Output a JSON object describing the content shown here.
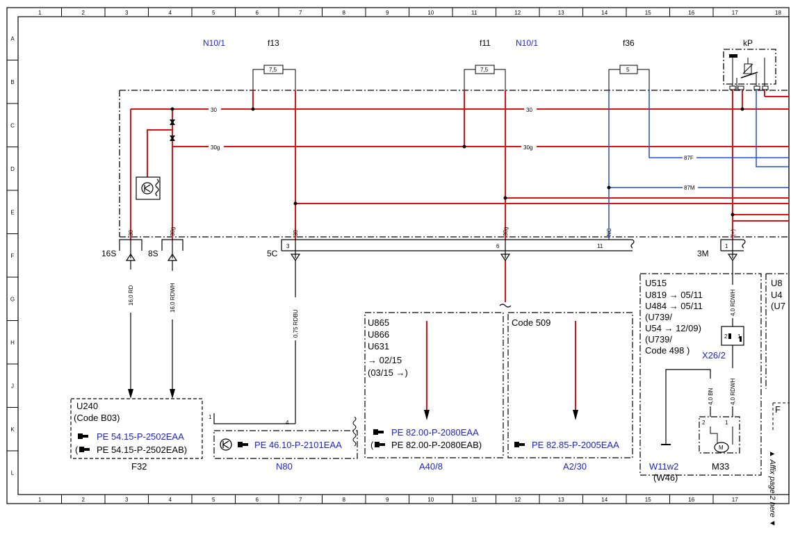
{
  "diagram": {
    "col_numbers": [
      "1",
      "2",
      "3",
      "4",
      "5",
      "6",
      "7",
      "8",
      "9",
      "10",
      "11",
      "12",
      "13",
      "14",
      "15",
      "16",
      "17"
    ],
    "row_letters": [
      "A",
      "B",
      "C",
      "D",
      "E",
      "F",
      "G",
      "H",
      "J",
      "K",
      "L"
    ],
    "module_labels": {
      "left": "N10/1",
      "right": "N10/1"
    },
    "fuses": [
      {
        "name": "f13",
        "rating": "7,5"
      },
      {
        "name": "f11",
        "rating": "7,5"
      },
      {
        "name": "f36",
        "rating": "5"
      }
    ],
    "relay_label": "kP",
    "wire_labels": {
      "w30_a": "30",
      "w30_b": "30",
      "w30g_a": "30g",
      "w30g_b": "30g",
      "w87f": "87F",
      "w87m": "87M"
    },
    "pin_labels": {
      "p1": "30",
      "p2": "30g",
      "p3": "30",
      "p4": "30g",
      "p5": "NC",
      "p6": "(+)"
    },
    "connectors": {
      "c16s": "16S",
      "c8s": "8S",
      "c5c": "5C",
      "c3m": "3M",
      "n3": "3",
      "n6": "6",
      "n11": "11",
      "n1": "1"
    },
    "wires": {
      "w1": "16,0 RD",
      "w2": "16,0 RDWH",
      "w3": "0,75 RDBU",
      "w4": "4,0 RDWH",
      "w5": "4,0 BN",
      "w6": "4,0 RDWH"
    },
    "f32_box": {
      "line1": "U240",
      "line2": "(Code B03)",
      "ref1": "PE 54.15-P-2502EAA",
      "ref2": "PE 54.15-P-2502EAB)",
      "ref2_prefix": "(",
      "name": "F32"
    },
    "n80_box": {
      "ref": "PE 46.10-P-2101EAA",
      "name": "N80",
      "pin1": "1",
      "pin4": "4"
    },
    "a40_box": {
      "lines": [
        "U865",
        "U866",
        "U631",
        "→ 02/15",
        "(03/15 →)"
      ],
      "ref1": "PE 82.00-P-2080EAA",
      "ref2": "PE 82.00-P-2080EAB)",
      "ref2_prefix": "(",
      "name": "A40/8"
    },
    "a2_box": {
      "line1": "Code 509",
      "ref": "PE 82.85-P-2005EAA",
      "name": "A2/30"
    },
    "u515_box": {
      "lines": [
        "U515",
        "U819 → 05/11",
        "U484 → 05/11",
        "(U739/",
        "U54 → 12/09)",
        "(U739/",
        "Code 498  )"
      ],
      "connector": "X26/2",
      "c_pin2": "2",
      "c_pin1": "1",
      "motor": "M33",
      "m_pin2": "2",
      "m_pin1": "1",
      "motor_symbol": "M",
      "ground": "W11w2",
      "ground_sub": "(W46)"
    },
    "right_cut": {
      "l1": "U8",
      "l2": "U4",
      "l3": "(U7",
      "f": "F"
    },
    "margin_note": "▲ Affix page 2 here ▼",
    "corner_num": "18"
  }
}
